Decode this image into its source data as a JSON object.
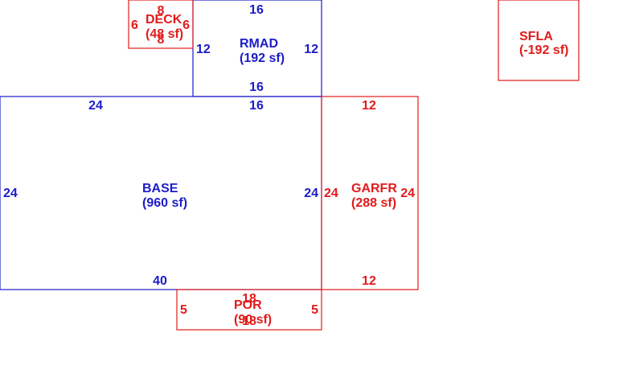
{
  "colors": {
    "blue": "#1c1cc8",
    "red": "#e11b1b"
  },
  "areas": {
    "base": {
      "name": "BASE",
      "area": "(960 sf)",
      "dims": {
        "top_left": "24",
        "top_right": "16",
        "left": "24",
        "right": "24",
        "bottom": "40"
      }
    },
    "rmad": {
      "name": "RMAD",
      "area": "(192 sf)",
      "dims": {
        "top": "16",
        "left": "12",
        "right": "12",
        "bottom": "16"
      }
    },
    "deck": {
      "name": "DECK",
      "area": "(48 sf)",
      "dims": {
        "top": "8",
        "left": "6",
        "right": "6",
        "bottom": "8"
      }
    },
    "garfr": {
      "name": "GARFR",
      "area": "(288 sf)",
      "dims": {
        "top": "12",
        "left": "24",
        "right": "24",
        "bottom": "12"
      }
    },
    "por": {
      "name": "POR",
      "area": "(90 sf)",
      "dims": {
        "top": "18",
        "left": "5",
        "right": "5",
        "bottom": "18"
      }
    },
    "sfla": {
      "name": "SFLA",
      "area": "(-192 sf)"
    }
  }
}
